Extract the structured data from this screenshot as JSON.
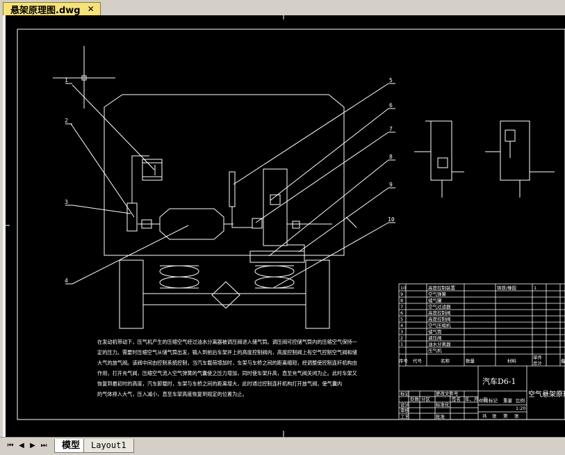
{
  "document_tab": {
    "title": "悬架原理图.dwg",
    "close_label": "✕"
  },
  "layout_tabs": {
    "nav": [
      "⏮",
      "◀",
      "▶",
      "⏭"
    ],
    "model": "模型",
    "layout1": "Layout1"
  },
  "drawing": {
    "callouts": [
      "1",
      "2",
      "3",
      "4",
      "5",
      "6",
      "7",
      "8",
      "9",
      "10"
    ],
    "description_lines": [
      "在发动机带动下，压气机产生的压缩空气经过油水分离器被调压阀进入储气筒。调压阀可控储气筒内的压缩空气保持一",
      "定的压力。需要时压缩空气从储气筒出发，输入到前后车架并上的高度控制阀内，高度控制阀上有空气控制空气阀和储",
      "大气的放气阀。该阀中间由控制系统控制，当汽车载荷增加时，车架与车桥之间的距离缩短，经调整使控制连杆机构由",
      "作用，打开充气阀，压缩空气流入空气弹簧的气囊使之压力增加，同时使车架升高，直至充气阀关闭为止。此时车架又",
      "恢复到最初时的高度，汽车卸载时，车架与车桥之间的距离增大，此时通过控制连杆机构打开放气阀，使气囊内",
      "的气体排入大气，压入减小，直至车架高度恢复到规定的位置为止。"
    ],
    "title_block": {
      "project": "汽车D6-1",
      "drawing_name": "空气悬架原理图",
      "header_cols": [
        "序号",
        "代号",
        "名称",
        "数量",
        "材料",
        "单件",
        "总计",
        "备注"
      ],
      "weight_label": "重量",
      "parts_rows": [
        {
          "no": "10",
          "name": "高度控制装置",
          "qty": "",
          "mat": "铸铁/橡胶",
          "w": "1"
        },
        {
          "no": "9",
          "name": "空气弹簧",
          "qty": "",
          "mat": "",
          "w": ""
        },
        {
          "no": "8",
          "name": "储气罐",
          "qty": "",
          "mat": "",
          "w": ""
        },
        {
          "no": "7",
          "name": "空气过滤器",
          "qty": "",
          "mat": "",
          "w": ""
        },
        {
          "no": "6",
          "name": "高度控制阀",
          "qty": "",
          "mat": "",
          "w": ""
        },
        {
          "no": "5",
          "name": "高度控制阀",
          "qty": "",
          "mat": "",
          "w": ""
        },
        {
          "no": "4",
          "name": "空气压缩机",
          "qty": "",
          "mat": "",
          "w": ""
        },
        {
          "no": "3",
          "name": "储气筒",
          "qty": "",
          "mat": "",
          "w": ""
        },
        {
          "no": "2",
          "name": "调压阀",
          "qty": "",
          "mat": "",
          "w": ""
        },
        {
          "no": "1",
          "name": "油水分离器",
          "qty": "",
          "mat": "",
          "w": ""
        },
        {
          "no": "",
          "name": "压气机",
          "qty": "",
          "mat": "",
          "w": ""
        }
      ],
      "sign_rows": [
        "标记",
        "设计",
        "审核",
        "工艺"
      ],
      "sign_cols": [
        "处数",
        "分区",
        "更改文件号",
        "签名",
        "年、月、日"
      ],
      "stage_labels": [
        "阶段标记",
        "重量",
        "比例"
      ],
      "scale": "1:20",
      "sheet_labels": [
        "共",
        "张",
        "第",
        "张"
      ],
      "std_label": "标准化",
      "approve_label": "批准"
    }
  }
}
